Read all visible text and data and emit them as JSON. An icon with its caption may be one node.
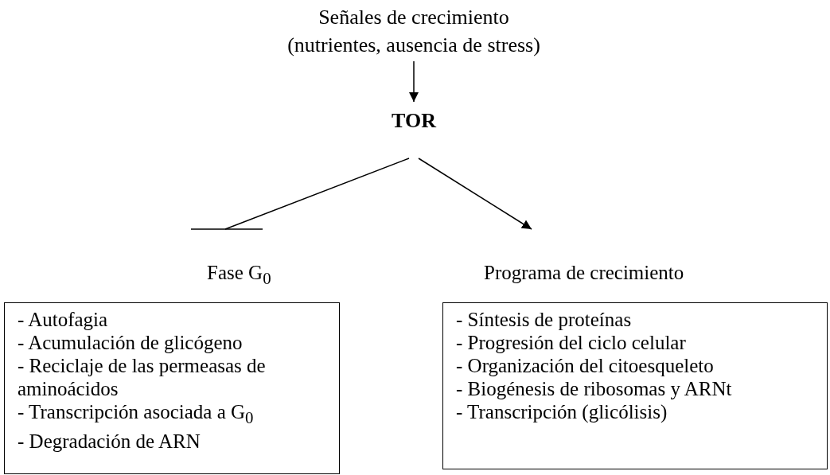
{
  "diagram": {
    "nodes": [
      {
        "text": [
          "Señales de crecimiento (nutrientes, ausencia de stress)"
        ]
      },
      {
        "text": [
          "TOR"
        ]
      },
      {
        "text": [
          "Fase G$_{0}$",
          "- Autofagia",
          "- Acumulación de glicógeno",
          "- Reciclaje de las permeasas de aminoácidos",
          "- Transcripción asociada a G$_{0}$",
          "- Degradación de ARN"
        ]
      },
      {
        "text": [
          "Programa de crecimiento",
          "- Síntesis de proteínas",
          "- Progresión del ciclo celular",
          "- Organización del citoesqueleto",
          "- Biogénesis de ribosomas y ARNt",
          "- Transcripción (glicólisis)"
        ]
      }
    ],
    "edges": [
      {
        "from": 0,
        "to": 1,
        "arrow": "to"
      },
      {
        "from": 1,
        "to": 2,
        "arrow": "other"
      },
      {
        "from": 1,
        "to": 3,
        "arrow": "to"
      }
    ]
  }
}
